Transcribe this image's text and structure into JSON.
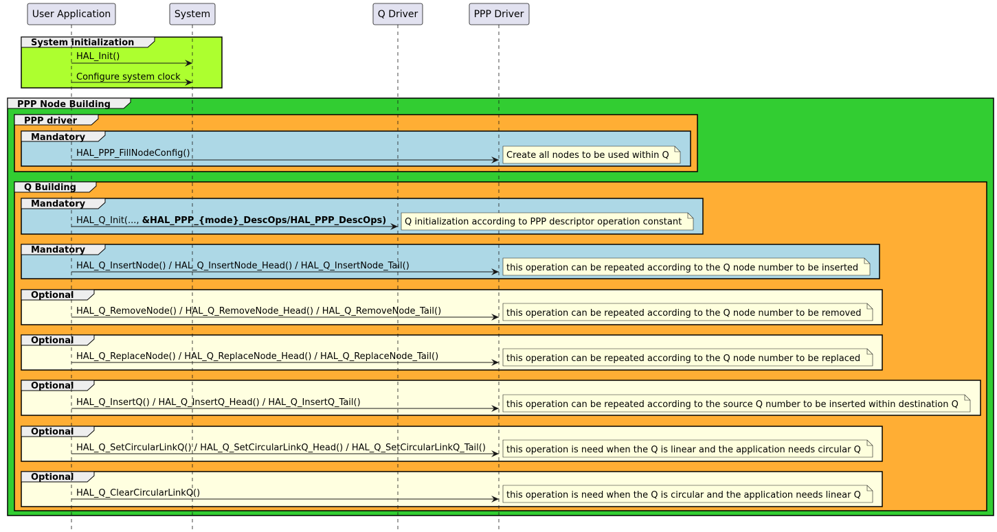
{
  "colors": {
    "participant_fill": "#E2E2F0",
    "participant_border": "#181818",
    "note_fill": "#FEFFDD",
    "note_border": "#181818",
    "lime": "#ADFF2F",
    "green": "#32CD32",
    "orange": "#FFAE34",
    "lightblue": "#ADD8E6",
    "lightyellow": "#FFFFE0"
  },
  "participants": [
    {
      "id": "user",
      "label": "User Application"
    },
    {
      "id": "system",
      "label": "System"
    },
    {
      "id": "q",
      "label": "Q Driver"
    },
    {
      "id": "ppp",
      "label": "PPP Driver"
    }
  ],
  "frames": {
    "sysinit": {
      "label": "System initialization"
    },
    "pppnode": {
      "label": "PPP Node Building"
    },
    "pppdriver": {
      "label": "PPP driver"
    },
    "mand1": {
      "label": "Mandatory"
    },
    "qbuild": {
      "label": "Q Building"
    },
    "mand2": {
      "label": "Mandatory"
    },
    "mand3": {
      "label": "Mandatory"
    },
    "opt1": {
      "label": "Optional"
    },
    "opt2": {
      "label": "Optional"
    },
    "opt3": {
      "label": "Optional"
    },
    "opt4": {
      "label": "Optional"
    },
    "opt5": {
      "label": "Optional"
    }
  },
  "messages": {
    "m1": {
      "label": "HAL_Init()"
    },
    "m2": {
      "label": "Configure system clock"
    },
    "m3": {
      "label": "HAL_PPP_FillNodeConfig()"
    },
    "m4": {
      "label_plain": "HAL_Q_Init(..., ",
      "label_bold": "&HAL_PPP_{mode}_DescOps/HAL_PPP_DescOps)"
    },
    "m5": {
      "label": "HAL_Q_InsertNode() / HAL_Q_InsertNode_Head() / HAL_Q_InsertNode_Tail()"
    },
    "m6": {
      "label": "HAL_Q_RemoveNode() / HAL_Q_RemoveNode_Head() / HAL_Q_RemoveNode_Tail()"
    },
    "m7": {
      "label": "HAL_Q_ReplaceNode() / HAL_Q_ReplaceNode_Head() / HAL_Q_ReplaceNode_Tail()"
    },
    "m8": {
      "label": "HAL_Q_InsertQ() / HAL_Q_InsertQ_Head() / HAL_Q_InsertQ_Tail()"
    },
    "m9": {
      "label": "HAL_Q_SetCircularLinkQ() / HAL_Q_SetCircularLinkQ_Head() / HAL_Q_SetCircularLinkQ_Tail()"
    },
    "m10": {
      "label": "HAL_Q_ClearCircularLinkQ()"
    }
  },
  "notes": {
    "n1": {
      "text": "Create all nodes to be used within Q"
    },
    "n2": {
      "text": "Q initialization according to PPP descriptor operation constant"
    },
    "n3": {
      "text": "this operation can be repeated according to the Q node number to be inserted"
    },
    "n4": {
      "text": "this operation can be repeated according to the Q node number to be removed"
    },
    "n5": {
      "text": "this operation can be repeated according to the Q node number to be replaced"
    },
    "n6": {
      "text": "this operation can be repeated according to the source Q number to be inserted within destination Q"
    },
    "n7": {
      "text": "this operation is need when the Q is linear and the application needs circular Q"
    },
    "n8": {
      "text": "this operation is need when the Q is circular and the application needs linear Q"
    }
  }
}
